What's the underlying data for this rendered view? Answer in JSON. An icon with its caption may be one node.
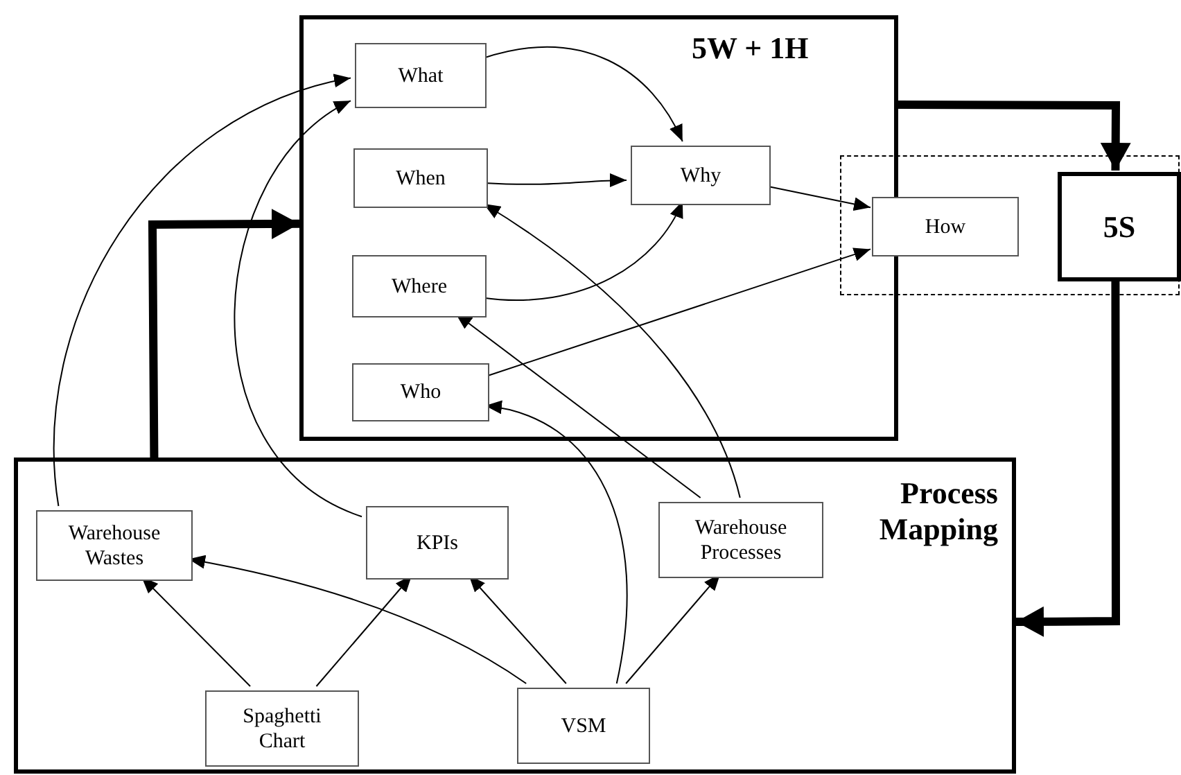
{
  "diagram": {
    "nodes": [
      {
        "text": [
          "5W + 1H"
        ]
      },
      {
        "text": [
          "What"
        ],
        "in": 0
      },
      {
        "text": [
          "When"
        ],
        "in": 0
      },
      {
        "text": [
          "Where"
        ],
        "in": 0
      },
      {
        "text": [
          "Who"
        ],
        "in": 0
      },
      {
        "text": [
          "Why"
        ],
        "in": 0
      },
      {
        "text": [],
        "shape": "box"
      },
      {
        "text": [
          "How"
        ],
        "in": 6
      },
      {
        "text": [
          "5S"
        ],
        "in": 6
      },
      {
        "text": [
          "Process Mapping"
        ]
      },
      {
        "text": [
          "Warehouse Wastes"
        ],
        "in": 9
      },
      {
        "text": [
          "KPIs"
        ],
        "in": 9
      },
      {
        "text": [
          "Warehouse Processes"
        ],
        "in": 9
      },
      {
        "text": [
          "Spaghetti Chart"
        ],
        "in": 9
      },
      {
        "text": [
          "VSM"
        ],
        "in": 9
      }
    ],
    "edges": [
      {
        "from": 1,
        "to": 5,
        "arrow": "to"
      },
      {
        "from": 2,
        "to": 5,
        "arrow": "to"
      },
      {
        "from": 3,
        "to": 5,
        "arrow": "to"
      },
      {
        "from": 5,
        "to": 7,
        "arrow": "to"
      },
      {
        "from": 4,
        "to": 7,
        "arrow": "to"
      },
      {
        "from": 10,
        "to": 1,
        "arrow": "to"
      },
      {
        "from": 11,
        "to": 1,
        "arrow": "to"
      },
      {
        "from": 12,
        "to": 3,
        "arrow": "to"
      },
      {
        "from": 12,
        "to": 2,
        "arrow": "to"
      },
      {
        "from": 14,
        "to": 4,
        "arrow": "to"
      },
      {
        "from": 13,
        "to": 10,
        "arrow": "to"
      },
      {
        "from": 13,
        "to": 11,
        "arrow": "to"
      },
      {
        "from": 14,
        "to": 10,
        "arrow": "to"
      },
      {
        "from": 14,
        "to": 11,
        "arrow": "to"
      },
      {
        "from": 14,
        "to": 12,
        "arrow": "to"
      },
      {
        "from": 0,
        "to": 8,
        "arrow": "to",
        "style": "thick"
      },
      {
        "from": 8,
        "to": 9,
        "arrow": "to",
        "style": "thick"
      },
      {
        "from": 9,
        "to": 0,
        "arrow": "to",
        "style": "thick"
      }
    ]
  }
}
